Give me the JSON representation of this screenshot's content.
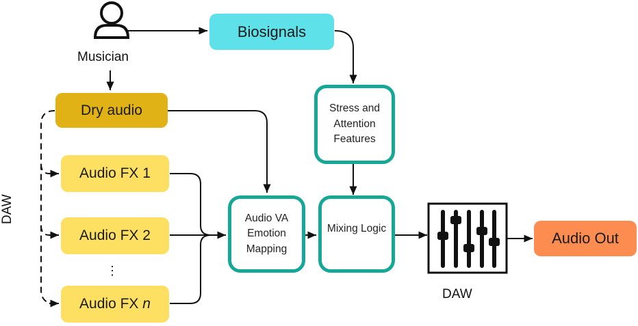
{
  "nodes": {
    "musician": "Musician",
    "biosignals": "Biosignals",
    "dry_audio": "Dry audio",
    "fx1": "Audio FX 1",
    "fx2": "Audio FX 2",
    "fxn_prefix": "Audio FX ",
    "fxn_suffix": "n",
    "ellipsis": "⋮",
    "stress": "Stress and Attention Features",
    "emotion": "Audio VA Emotion Mapping",
    "mixing": "Mixing Logic",
    "audio_out": "Audio Out"
  },
  "labels": {
    "daw_side": "DAW",
    "daw_bottom": "DAW"
  },
  "icons": {
    "musician": "person-icon",
    "daw": "mixer-faders-icon"
  },
  "colors": {
    "biosignals": "#5ee1e8",
    "dry_audio": "#e1b215",
    "fx": "#fde062",
    "teal_border": "#17a797",
    "audio_out": "#fc8c4f",
    "line": "#111111"
  }
}
